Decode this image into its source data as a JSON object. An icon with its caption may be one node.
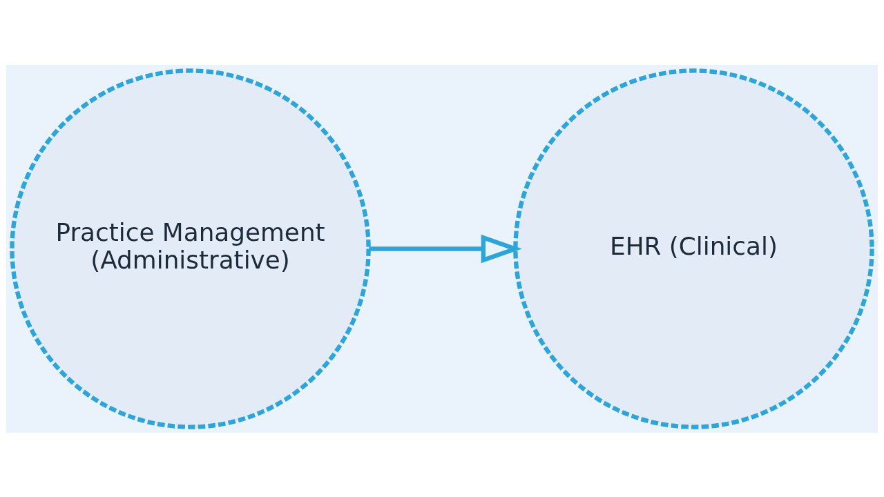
{
  "diagram": {
    "nodes": [
      {
        "text": [
          "Practice Management (Administrative)"
        ]
      },
      {
        "text": [
          "EHR (Clinical)"
        ]
      }
    ],
    "edges": [
      {
        "from": 0,
        "to": 1,
        "arrow": "to"
      }
    ]
  }
}
